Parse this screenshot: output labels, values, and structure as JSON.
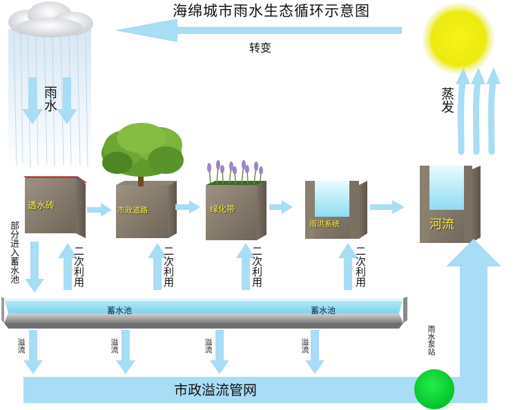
{
  "title": "海绵城市雨水生态循环示意图",
  "labels": {
    "transform": "转变",
    "rain": "雨水",
    "evaporation": "蒸发",
    "partial_into_pool": "部分进入蓄水池",
    "reuse": "二次利用",
    "overflow": "溢流",
    "pump_station": "雨水泵站",
    "overflow_network": "市政溢流管网"
  },
  "stages": [
    "透水砖",
    "市政道路",
    "绿化带",
    "雨洪系统",
    "河流"
  ],
  "pool_labels": [
    "蓄水池",
    "蓄水池"
  ],
  "colors": {
    "arrow": "#a9dcf5",
    "sun": "#f4ef10",
    "pump": "#0fd83a",
    "stone": "#8b7f70",
    "stage_label": "#ffef3a"
  }
}
